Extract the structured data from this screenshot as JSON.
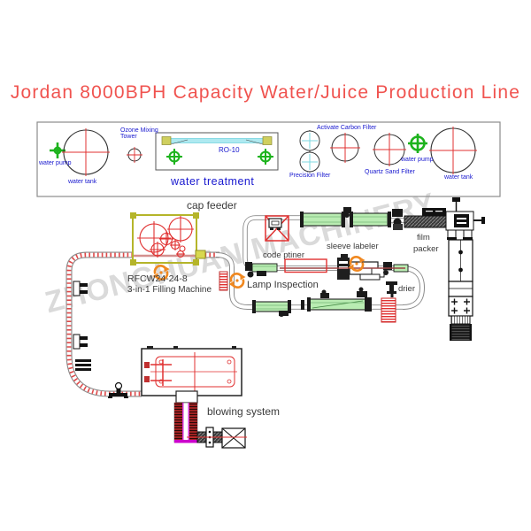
{
  "title": "Jordan 8000BPH Capacity Water/Juice Production Line",
  "watermark": "ZHONGHUAN MACHINERY",
  "water_treatment": {
    "section_label": "water treatment",
    "pump_left": "water pump",
    "tank_left": "water tank",
    "ozone_line1": "Ozone Mixing",
    "ozone_line2": "Tower",
    "ro_unit": "RO-10",
    "precision_filter": "Precision Filter",
    "carbon_filter": "Activate Carbon Filter",
    "quartz_filter": "Quartz Sand Filter",
    "pump_right": "water pump",
    "tank_right": "water tank"
  },
  "production_line": {
    "cap_feeder": "cap feeder",
    "filling_model": "RFCW24-24-8",
    "filling_machine": "3-in-1 Filling Machine",
    "lamp_inspection": "Lamp Inspection",
    "code_printer": "code ptiner",
    "sleeve_labeler": "sleeve labeler",
    "film_packer_1": "film",
    "film_packer_2": "packer",
    "drier": "drier",
    "blowing_system": "blowing system"
  },
  "colors": {
    "title_red": "#f0534f",
    "label_blue": "#1818cf",
    "diagram_red": "#e03030",
    "conveyor_green": "#b9ecb2",
    "machine_olive": "#b5b52a",
    "icon_orange": "#f08820",
    "heater_magenta": "#cc00cc",
    "ro_cyan": "#aee9f0"
  }
}
